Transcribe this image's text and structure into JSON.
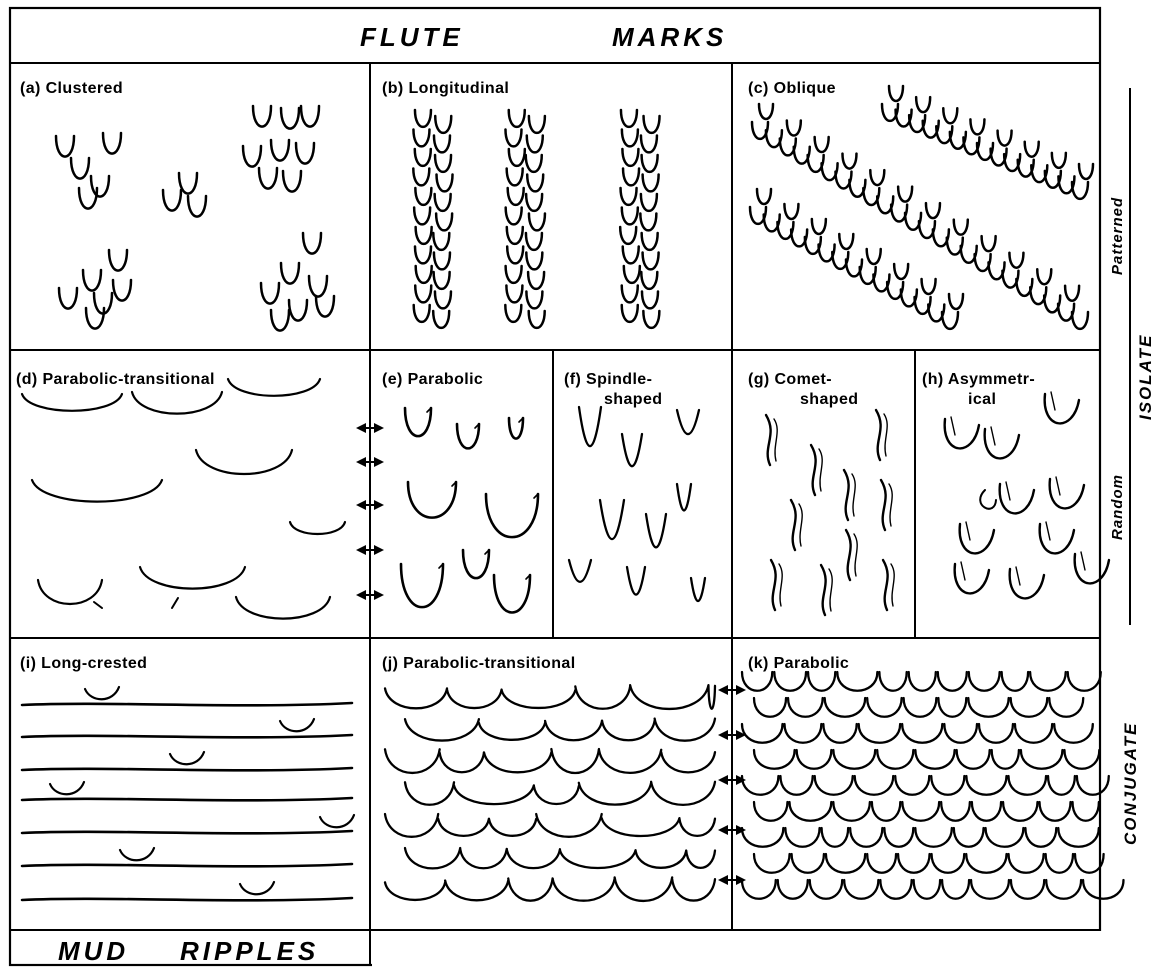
{
  "title_left": "FLUTE",
  "title_right": "MARKS",
  "footer_left": "MUD",
  "footer_right": "RIPPLES",
  "side_labels": {
    "patterned": "Patterned",
    "random": "Random",
    "isolate": "ISOLATE",
    "conjugate": "CONJUGATE"
  },
  "panels": {
    "a": {
      "label": "(a) Clustered"
    },
    "b": {
      "label": "(b) Longitudinal"
    },
    "c": {
      "label": "(c) Oblique"
    },
    "d": {
      "label": "(d) Parabolic-transitional"
    },
    "e": {
      "label": "(e) Parabolic"
    },
    "f": {
      "line1": "(f) Spindle-",
      "line2": "shaped"
    },
    "g": {
      "line1": "(g) Comet-",
      "line2": "shaped"
    },
    "h": {
      "line1": "(h) Asymmetr-",
      "line2": "ical"
    },
    "i": {
      "label": "(i) Long-crested"
    },
    "j": {
      "label": "(j) Parabolic-transitional"
    },
    "k": {
      "label": "(k) Parabolic"
    }
  },
  "icons": [
    "double-arrow-icon"
  ],
  "colors": {
    "ink": "#000000",
    "paper": "#ffffff"
  }
}
